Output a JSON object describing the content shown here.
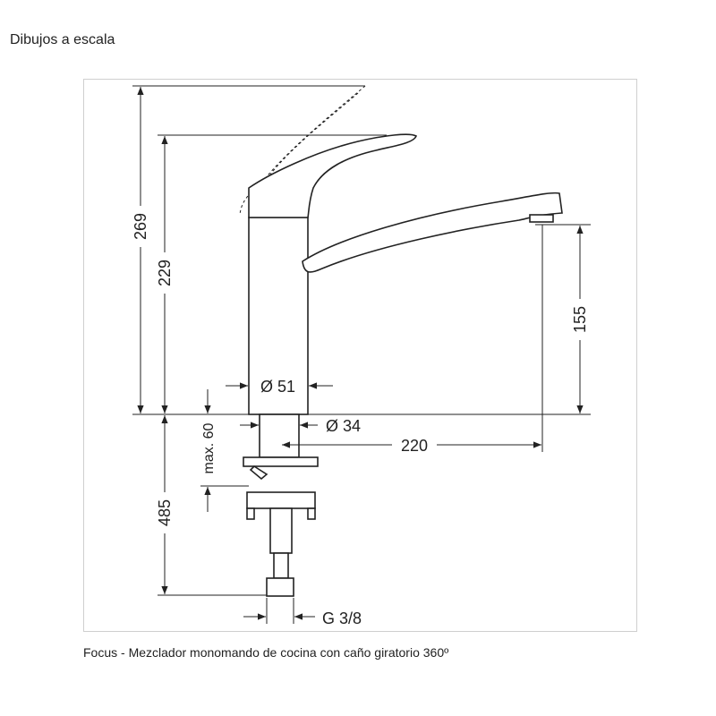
{
  "header": {
    "title": "Dibujos a escala"
  },
  "caption": "Focus - Mezclador monomando de cocina con caño giratorio 360º",
  "dimensions": {
    "total_height": "269",
    "body_height": "229",
    "spout_height": "155",
    "body_diameter": "Ø 51",
    "base_diameter": "Ø 34",
    "spout_reach": "220",
    "max_thickness": "max. 60",
    "hose_length": "485",
    "connection": "G 3/8"
  }
}
